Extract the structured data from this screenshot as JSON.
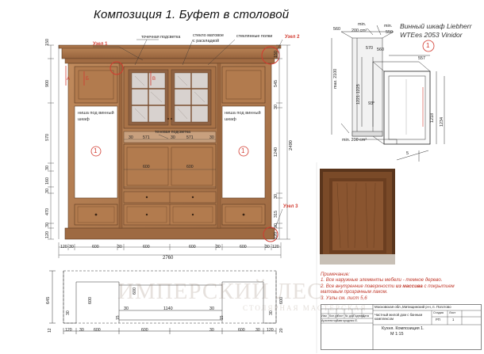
{
  "title": "Композиция 1. Буфет в столовой",
  "nodes": {
    "node1": "Узел 1",
    "node2": "Узел 2",
    "node3": "Узел 3"
  },
  "callouts": {
    "spot_light": "точечная подсветка",
    "matte_glass": "стекло матовое",
    "matte_glass2": "с раскладкой",
    "glass_shelves": "стеклянные полки",
    "shadow_light": "теневая подсветка"
  },
  "niche_text": [
    "ниша под винный",
    "шкаф"
  ],
  "circle_label": "1",
  "section_marks": {
    "A": "А",
    "B": "Б",
    "V": "В"
  },
  "dims_vertical_left": [
    "150",
    "900",
    "570",
    "30",
    "160",
    "30",
    "470",
    "30",
    "120"
  ],
  "dims_vertical_right": [
    "150",
    "545",
    "30",
    "1240",
    "30",
    "315",
    "30",
    "120"
  ],
  "dim_total_height": "2490",
  "dims_inner": [
    "30",
    "571",
    "30",
    "571",
    "30",
    "600",
    "600"
  ],
  "dims_bottom": [
    "120",
    "30",
    "600",
    "30",
    "600",
    "600",
    "30",
    "600",
    "30",
    "120"
  ],
  "dim_total_width": "2760",
  "plan_dims": {
    "left": "645",
    "inner_left": "600",
    "inner_right": "600",
    "mid": "1140",
    "d30a": "30",
    "d30b": "30",
    "d30c": "30",
    "d30d": "30",
    "d15a": "15",
    "d15b": "15",
    "d12": "12",
    "d20": "20"
  },
  "plan_bottom": [
    "120",
    "30",
    "600",
    "600",
    "30",
    "600",
    "30",
    "120"
  ],
  "fridge": {
    "title_line1": "Винный шкаф Liebherr",
    "title_line2": "WTEes 2053 Vinidor",
    "dims": [
      "min.",
      "200 cm²",
      "min.",
      "550",
      "560",
      "570",
      "557",
      "560",
      "max. 2100",
      "1221-1225",
      "1218",
      "1234",
      "93°",
      "5",
      "min. 200 cm²"
    ]
  },
  "notes": {
    "header": "Примечание:",
    "line1": "1. Все наружные элементы мебели - темное дерево.",
    "line2_a": "2. Все внутренние поверхности ",
    "line2_b": "из массива",
    "line2_c": " с покрытием",
    "line2_d": "матовым прозрачным лаком.",
    "line3": "3. Узлы см. лист 5,6"
  },
  "stamp": {
    "project": "Московская обл.,Митищинский р-н, п. Поготово",
    "object": "Частный жилой дом с банным комплексом",
    "cols": [
      "Изм",
      "Кол.уч",
      "Лист",
      "№ док",
      "Подпись",
      "Дата"
    ],
    "role": "Архитектор",
    "author": "Завгородняя Е.",
    "stage_h": "Стадия",
    "sheet_h": "Лист",
    "stage": "РП",
    "sheet": "1",
    "drawing1": "Кухня. Композиция 1.",
    "drawing2": "М 1:15"
  },
  "watermark": "ИМПЕРСКИЙ ЛЕС",
  "watermark_sub": "СТОЛЯРНАЯ МАСТЕРСКАЯ",
  "colors": {
    "wood": "#b07a50",
    "wood_dark": "#8a5a36",
    "line": "#333333",
    "red": "#d23a2f",
    "photo": "#6e4426"
  }
}
